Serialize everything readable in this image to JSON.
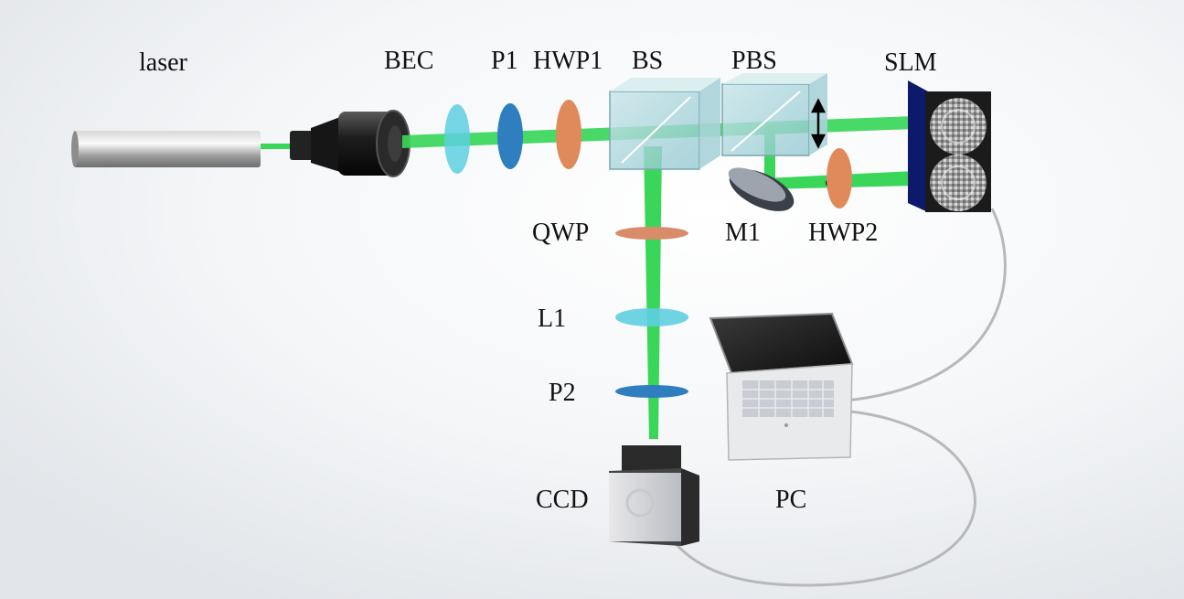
{
  "labels": {
    "laser": "laser",
    "bec": "BEC",
    "p1": "P1",
    "hwp1": "HWP1",
    "bs": "BS",
    "pbs": "PBS",
    "slm": "SLM",
    "qwp": "QWP",
    "m1": "M1",
    "hwp2": "HWP2",
    "l1": "L1",
    "p2": "P2",
    "ccd": "CCD",
    "pc": "PC"
  },
  "colors": {
    "beam": "#3ad65a",
    "polarizer": "#2f7fc0",
    "half_wave_plate": "#e08a5c",
    "quarter_wave_plate": "#d98c6a",
    "lens": "#5ecfe0",
    "cube": "#9ed3dc",
    "laptop_screen": "#1a1a1a",
    "cable": "#b8b8b8"
  }
}
